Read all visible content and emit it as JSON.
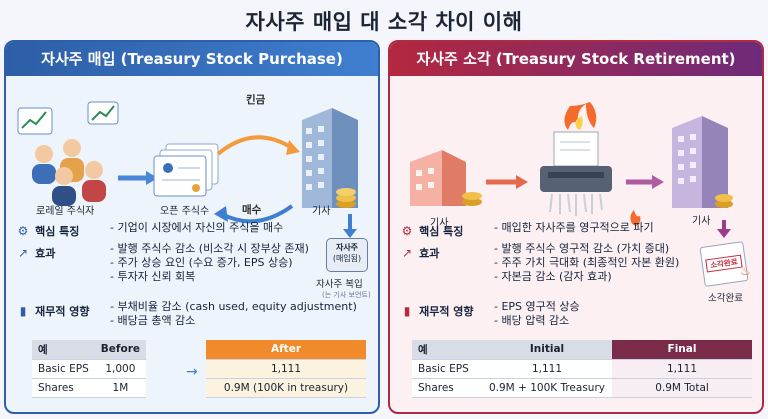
{
  "title": "자사주 매입 대 소각 차이 이해",
  "colors": {
    "purchase_accent": "#2e5fa8",
    "retire_accent": "#b02a43",
    "after_header": "#f08a2b",
    "final_header": "#7a2b4a"
  },
  "purchase": {
    "header": "자사주 매입 (Treasury Stock Purchase)",
    "illustration": {
      "shareholders_label": "로레일 주식자",
      "shares_label": "오픈 주식수",
      "company_label": "기사",
      "cash_arrow": "킨금",
      "buy_arrow": "매수",
      "box_text": [
        "자사주",
        "(매입됨)"
      ],
      "box_label": "자사주 복입",
      "box_note": "(는 기사 보언트)"
    },
    "key_feature": {
      "label": "핵심 특징",
      "items": [
        "- 기업이 시장에서 자신의 주식을 매수"
      ]
    },
    "effect": {
      "label": "효과",
      "items": [
        "- 발행 주식수 감소 (비소각 시 장부상 존재)",
        "- 주가 상승 요인 (수요 증가, EPS 상승)",
        "- 투자자 신뢰 회복"
      ]
    },
    "financial": {
      "label": "재무적 영향",
      "items": [
        "- 부채비율 감소 (cash used, equity adjustment)",
        "- 배당금 총액 감소"
      ]
    },
    "table": {
      "headers": [
        "예",
        "Before",
        "After"
      ],
      "rows": [
        {
          "label": "Basic EPS",
          "before": "1,000",
          "after": "1,111"
        },
        {
          "label": "Shares",
          "before": "1M",
          "after": "0.9M (100K in treasury)"
        }
      ]
    }
  },
  "retirement": {
    "header": "자사주 소각 (Treasury Stock Retirement)",
    "illustration": {
      "company_left_label": "기사",
      "company_right_label": "기사",
      "stamp_text": "소각완료",
      "stamp_label": "소각완료"
    },
    "key_feature": {
      "label": "핵심 특징",
      "items": [
        "- 매입한 자사주를 영구적으로 파기"
      ]
    },
    "effect": {
      "label": "효과",
      "items": [
        "- 발행 주식수 영구적 감소 (가치 증대)",
        "- 주주 가치 극대화 (최종적인 자본 환원)",
        "- 자본금 감소 (감자 효과)"
      ]
    },
    "financial": {
      "label": "재무적 영향",
      "items": [
        "- EPS 영구적 상승",
        "- 배당 압력 감소"
      ]
    },
    "table": {
      "headers": [
        "예",
        "Initial",
        "Final"
      ],
      "rows": [
        {
          "label": "Basic EPS",
          "initial": "1,111",
          "final": "1,111"
        },
        {
          "label": "Shares",
          "initial": "0.9M + 100K Treasury",
          "final": "0.9M Total"
        }
      ]
    }
  }
}
